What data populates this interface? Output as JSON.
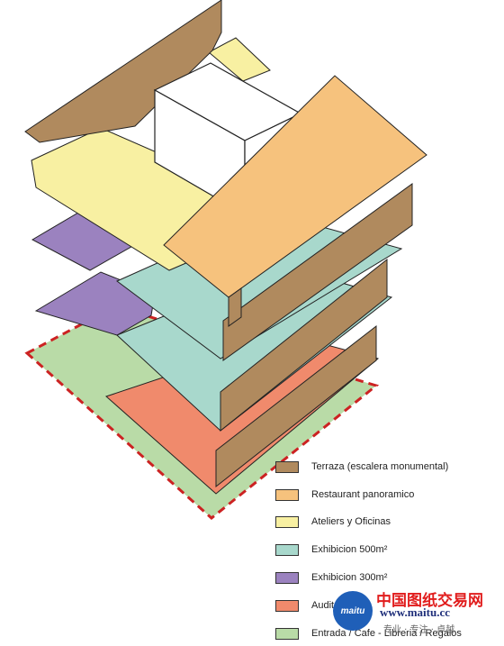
{
  "colors": {
    "terraza": "#b08a5e",
    "restaurant": "#f6c27d",
    "ateliers": "#f8f0a2",
    "exhibicion500": "#a8d8cc",
    "exhibicion300": "#9b82bf",
    "auditorio": "#f08a6c",
    "entrada": "#b9dba7",
    "outline": "#222222",
    "dash": "#cc2222"
  },
  "legend": [
    {
      "label": "Terraza (escalera monumental)",
      "color": "#b08a5e"
    },
    {
      "label": "Restaurant panoramico",
      "color": "#f6c27d"
    },
    {
      "label": "Ateliers y Oficinas",
      "color": "#f8f0a2"
    },
    {
      "label": "Exhibicion 500m²",
      "color": "#a8d8cc"
    },
    {
      "label": "Exhibicion 300m²",
      "color": "#9b82bf"
    },
    {
      "label": "Auditorio",
      "color": "#f08a6c"
    },
    {
      "label": "Entrada / Cafe - Libreria / Regalos",
      "color": "#b9dba7"
    }
  ],
  "watermark": {
    "badge": "maitu",
    "title": "中国图纸交易网",
    "url": "www.maitu.cc",
    "slogan": "专业 · 专注 · 卓越"
  }
}
